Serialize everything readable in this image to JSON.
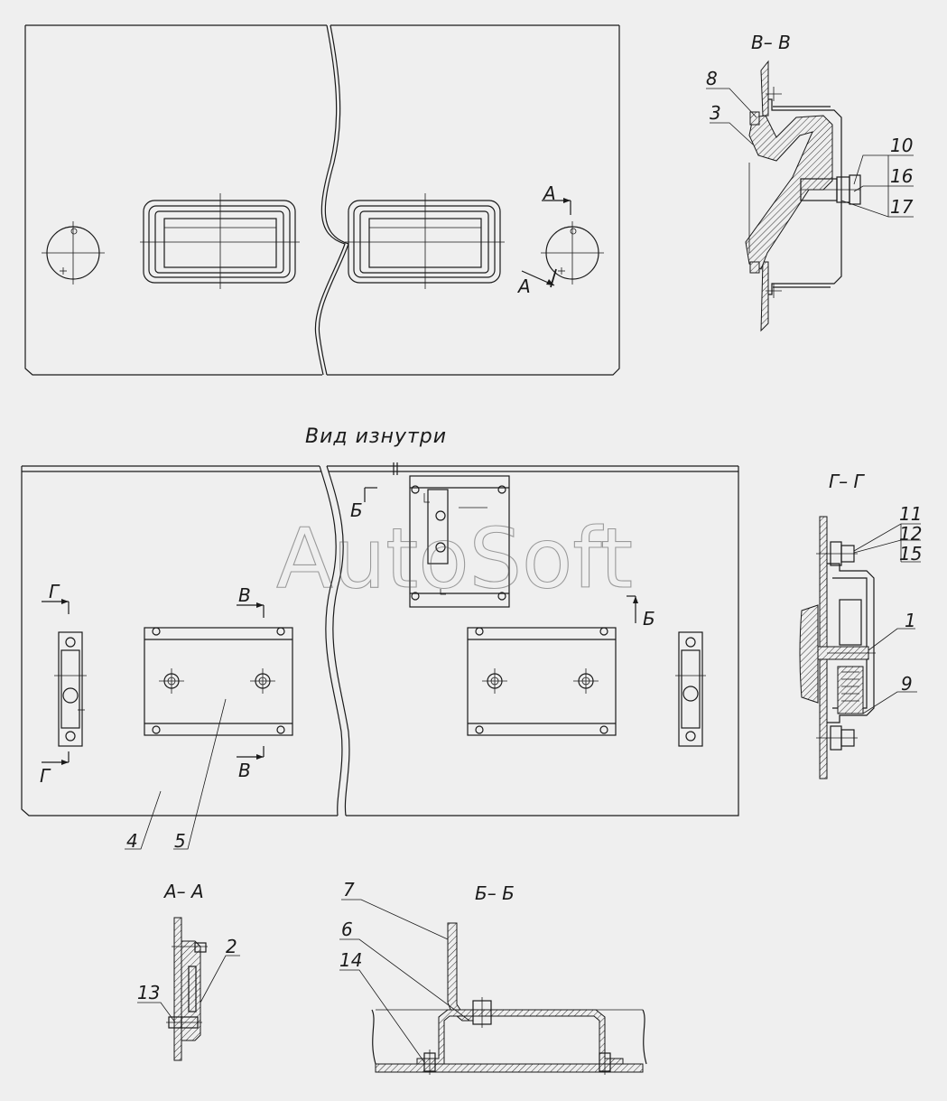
{
  "watermark": "AutoSoft",
  "view_label": "Вид изнутри",
  "sections": {
    "vv": "В– В",
    "gg": "Г– Г",
    "aa": "А– А",
    "bb": "Б– Б"
  },
  "cut_markers": {
    "a": "А",
    "b": "Б",
    "v": "В",
    "g": "Г"
  },
  "callouts": {
    "p1": "1",
    "p2": "2",
    "p3": "3",
    "p4": "4",
    "p5": "5",
    "p6": "6",
    "p7": "7",
    "p8": "8",
    "p9": "9",
    "p10": "10",
    "p11": "11",
    "p12": "12",
    "p13": "13",
    "p14": "14",
    "p15": "15",
    "p16": "16",
    "p17": "17"
  },
  "colors": {
    "background": "#efefef",
    "line": "#1a1a1a"
  }
}
